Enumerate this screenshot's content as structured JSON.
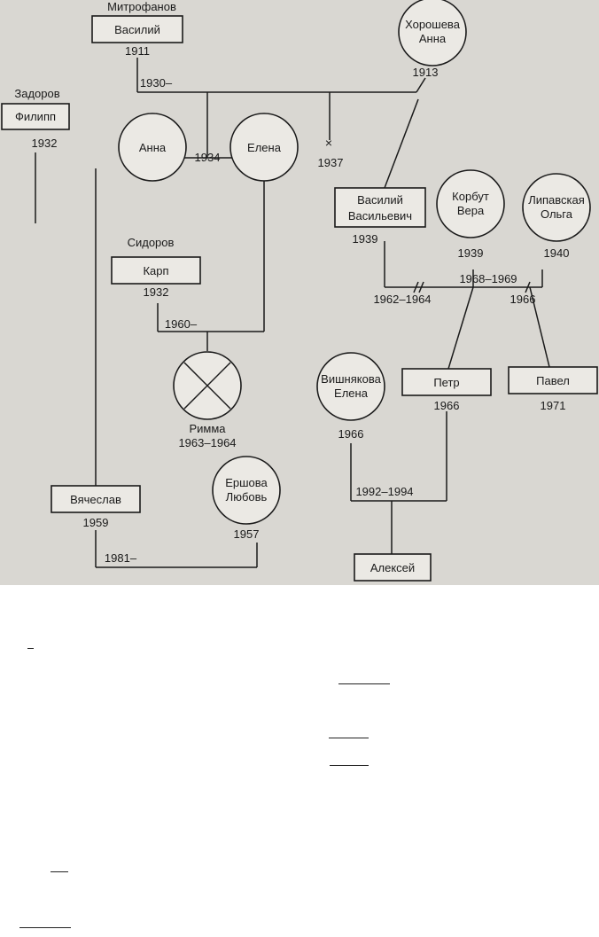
{
  "diagram": {
    "people": {
      "mitrofanov_surname": "Митрофанов",
      "vasiliy_name": "Василий",
      "vasiliy_year": "1911",
      "zadorov_surname": "Задоров",
      "filipp_name": "Филипп",
      "filipp_year": "1932",
      "anna_name": "Анна",
      "elena_name": "Елена",
      "khorosheva_surname": "Хорошева",
      "khorosheva_name": "Анна",
      "khorosheva_year": "1913",
      "vasiliy_v_line1": "Василий",
      "vasiliy_v_line2": "Васильевич",
      "vasiliy_v_year": "1939",
      "korbut_surname": "Корбут",
      "korbut_name": "Вера",
      "korbut_year": "1939",
      "lipavskaya_surname": "Липавская",
      "lipavskaya_name": "Ольга",
      "lipavskaya_year": "1940",
      "sidorov_surname": "Сидоров",
      "karp_name": "Карп",
      "karp_year": "1932",
      "rimma_name": "Римма",
      "rimma_years": "1963–1964",
      "vishnyakova_surname": "Вишнякова",
      "vishnyakova_name": "Елена",
      "vishnyakova_year": "1966",
      "petr_name": "Петр",
      "petr_year": "1966",
      "pavel_name": "Павел",
      "pavel_year": "1971",
      "vyacheslav_name": "Вячеслав",
      "vyacheslav_year": "1959",
      "ershova_surname": "Ершова",
      "ershova_name": "Любовь",
      "ershova_year": "1957",
      "aleksey_name": "Алексей"
    },
    "unions": {
      "vasiliy_khorosheva": "1930–",
      "anna_elena_birth": "1934",
      "deceased_child_year": "1937",
      "deceased_mark": "×",
      "vasiliy_v_korbut": "1962–1964",
      "vasiliy_v_lipavskaya_1": "1968–1969",
      "vasiliy_v_lipavskaya_2": "1966",
      "karp_elena": "1960–",
      "vishnyakova_petr": "1992–1994",
      "vyacheslav_ershova": "1981–"
    }
  }
}
